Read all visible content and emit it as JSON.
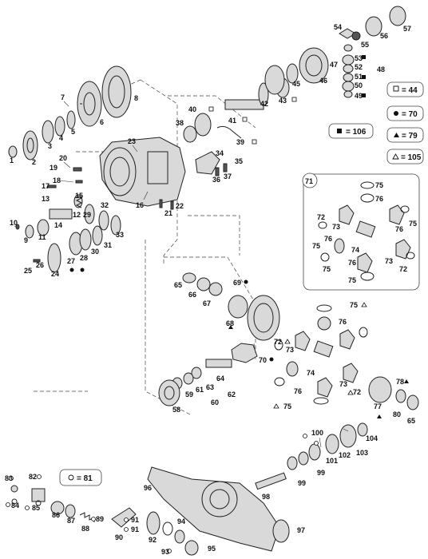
{
  "legend": [
    {
      "symbol": "square-open",
      "text": "= 44"
    },
    {
      "symbol": "circle-filled",
      "text": "= 70"
    },
    {
      "symbol": "triangle-filled",
      "text": "= 79"
    },
    {
      "symbol": "triangle-open",
      "text": "= 105"
    },
    {
      "symbol": "square-filled",
      "text": "= 106"
    },
    {
      "symbol": "circle-open",
      "text": "= 81"
    }
  ],
  "inset_label": "71",
  "labels": {
    "l1": "1",
    "l2": "2",
    "l3": "3",
    "l4": "4",
    "l5": "5",
    "l6": "6",
    "l7": "7",
    "l8": "8",
    "l9": "9",
    "l10": "10",
    "l11": "11",
    "l12": "12",
    "l13": "13",
    "l14": "14",
    "l15": "15",
    "l16": "16",
    "l17": "17",
    "l18": "18",
    "l19": "19",
    "l20": "20",
    "l21": "21",
    "l22": "22",
    "l23": "23",
    "l24": "24",
    "l25": "25",
    "l26": "26",
    "l27": "27",
    "l28": "28",
    "l29": "29",
    "l30": "30",
    "l31": "31",
    "l32": "32",
    "l33": "33",
    "l34": "34",
    "l35": "35",
    "l36": "36",
    "l37": "37",
    "l38": "38",
    "l39": "39",
    "l40": "40",
    "l41": "41",
    "l42": "42",
    "l43": "43",
    "l45": "45",
    "l46": "46",
    "l47": "47",
    "l48": "48",
    "l49": "49",
    "l50": "50",
    "l51": "51",
    "l52": "52",
    "l53": "53",
    "l54": "54",
    "l55": "55",
    "l56": "56",
    "l57": "57",
    "l58": "58",
    "l59": "59",
    "l60": "60",
    "l61": "61",
    "l62": "62",
    "l63": "63",
    "l64": "64",
    "l65": "65",
    "l65b": "65",
    "l66": "66",
    "l67": "67",
    "l68": "68",
    "l69": "69",
    "l70a": "70",
    "l72": "72",
    "l72b": "72",
    "l73": "73",
    "l73b": "73",
    "l74": "74",
    "l75": "75",
    "l75b": "75",
    "l76": "76",
    "l76b": "76",
    "l77": "77",
    "l78": "78",
    "l80": "80",
    "l82": "82",
    "l83": "83",
    "l84": "84",
    "l85": "85",
    "l86": "86",
    "l87": "87",
    "l88": "88",
    "l89": "89",
    "l90": "90",
    "l91": "91",
    "l91b": "91",
    "l92": "92",
    "l93": "93",
    "l94": "94",
    "l95": "95",
    "l96": "96",
    "l97": "97",
    "l98": "98",
    "l99": "99",
    "l99b": "99",
    "l100": "100",
    "l101": "101",
    "l102": "102",
    "l103": "103",
    "l104": "104",
    "i75a": "75",
    "i76a": "76",
    "i72a": "72",
    "i73a": "73",
    "i76b": "76",
    "i75b": "75",
    "i75c": "75",
    "i76c": "76",
    "i74": "74",
    "i76d": "76",
    "i73b": "73",
    "i75d": "75",
    "i72b": "72",
    "i75e": "75"
  }
}
